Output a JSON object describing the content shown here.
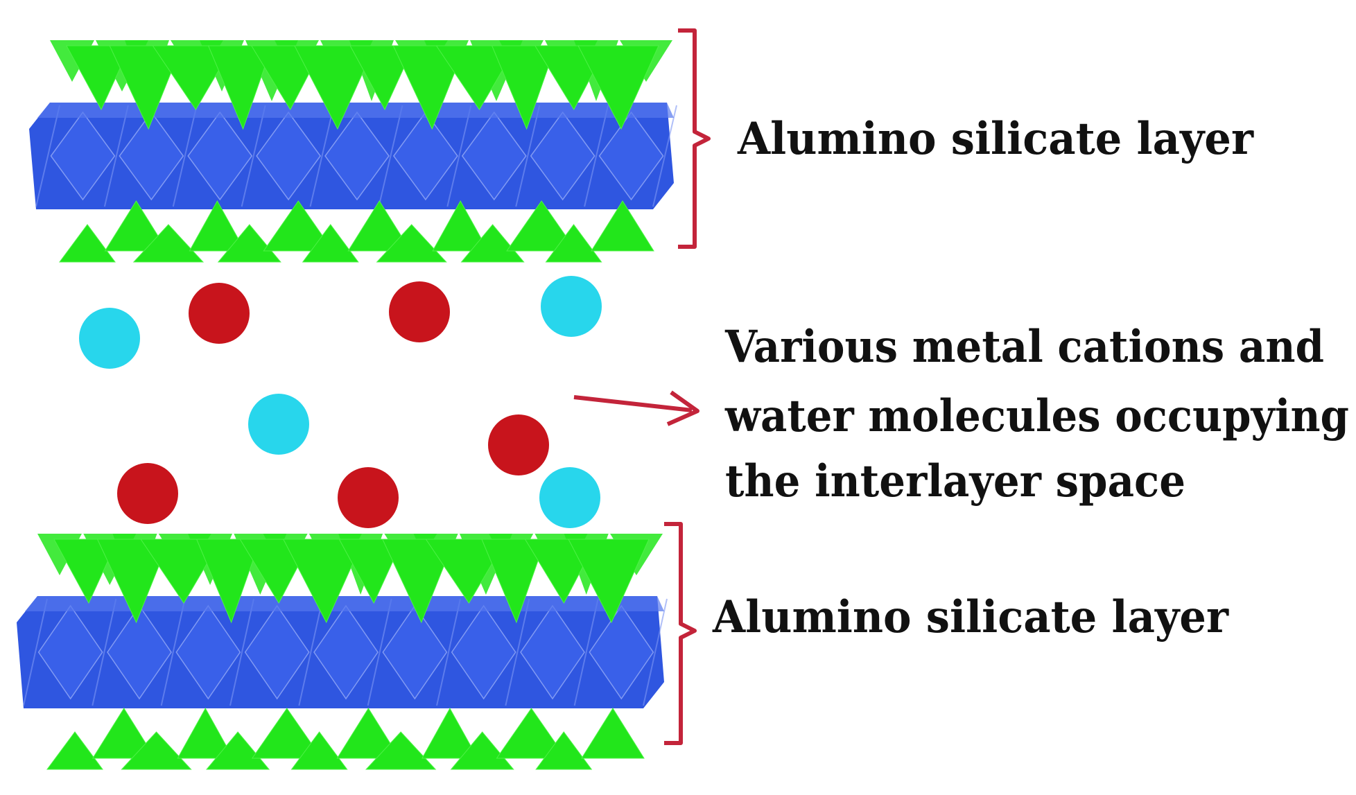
{
  "labels": {
    "top_layer": "Alumino silicate layer",
    "interlayer_line1": "Various metal cations and",
    "interlayer_line2": "water molecules occupying",
    "interlayer_line3": "the interlayer space",
    "bottom_layer": "Alumino silicate layer"
  },
  "colors": {
    "octahedral_sheet": "#2f56e0",
    "tetrahedra": "#22e61b",
    "cation_red": "#c8141c",
    "cation_cyan": "#28d6ec",
    "bracket": "#c3243a",
    "text": "#111111"
  },
  "components": {
    "layers": [
      {
        "name": "top-layer",
        "label_key": "top_layer"
      },
      {
        "name": "bottom-layer",
        "label_key": "bottom_layer"
      }
    ],
    "interlayer_cations": {
      "red_count": 5,
      "cyan_count": 4
    }
  }
}
